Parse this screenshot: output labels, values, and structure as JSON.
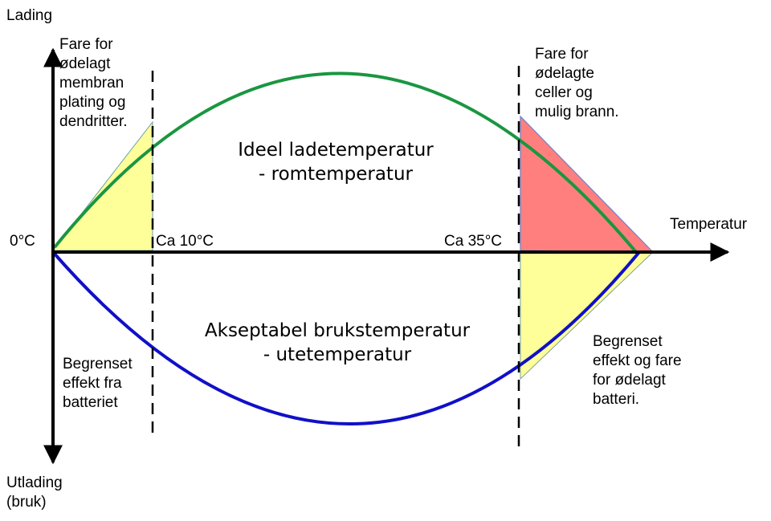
{
  "axes": {
    "y_top_label": "Lading",
    "y_bottom_label": "Utlading\n(bruk)",
    "x_label": "Temperatur",
    "origin_label": "0°C",
    "tick_10_label": "Ca 10°C",
    "tick_35_label": "Ca 35°C"
  },
  "regions": {
    "charge_ideal": "Ideel ladetemperatur\n- romtemperatur",
    "use_acceptable": "Akseptabel brukstemperatur\n- utetemperatur"
  },
  "notes": {
    "cold_charge": "Fare for\nødelagt\nmembran\nplating og\ndendritter.",
    "hot_charge": "Fare for\nødelagte\nceller og\nmulig brann.",
    "cold_use": "Begrenset\neffekt fra\nbatteriet",
    "hot_use": "Begrenset\neffekt og fare\nfor ødelagt\nbatteri."
  },
  "colors": {
    "charge_curve": "#1a9641",
    "use_curve": "#1010c8",
    "warning_fill": "#ffff99",
    "danger_fill": "#ff7f7f",
    "axis": "#000000"
  }
}
